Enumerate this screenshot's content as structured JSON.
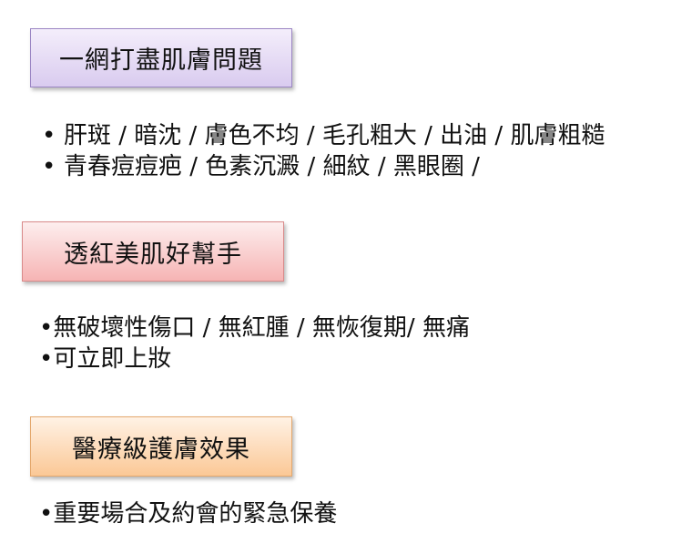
{
  "section1": {
    "heading": "一網打盡肌膚問題",
    "items": [
      "肝斑 / 暗沈 / 膚色不均 / 毛孔粗大 / 出油 / 肌膚粗糙",
      "青春痘痘疤 / 色素沉澱 / 細紋  / 黑眼圈 /"
    ]
  },
  "section2": {
    "heading": "透紅美肌好幫手",
    "items": [
      "無破壞性傷口 / 無紅腫 / 無恢復期/ 無痛",
      "可立即上妝"
    ]
  },
  "section3": {
    "heading": "醫療級護膚效果",
    "items": [
      "重要場合及約會的緊急保養"
    ]
  },
  "bullet": "•"
}
